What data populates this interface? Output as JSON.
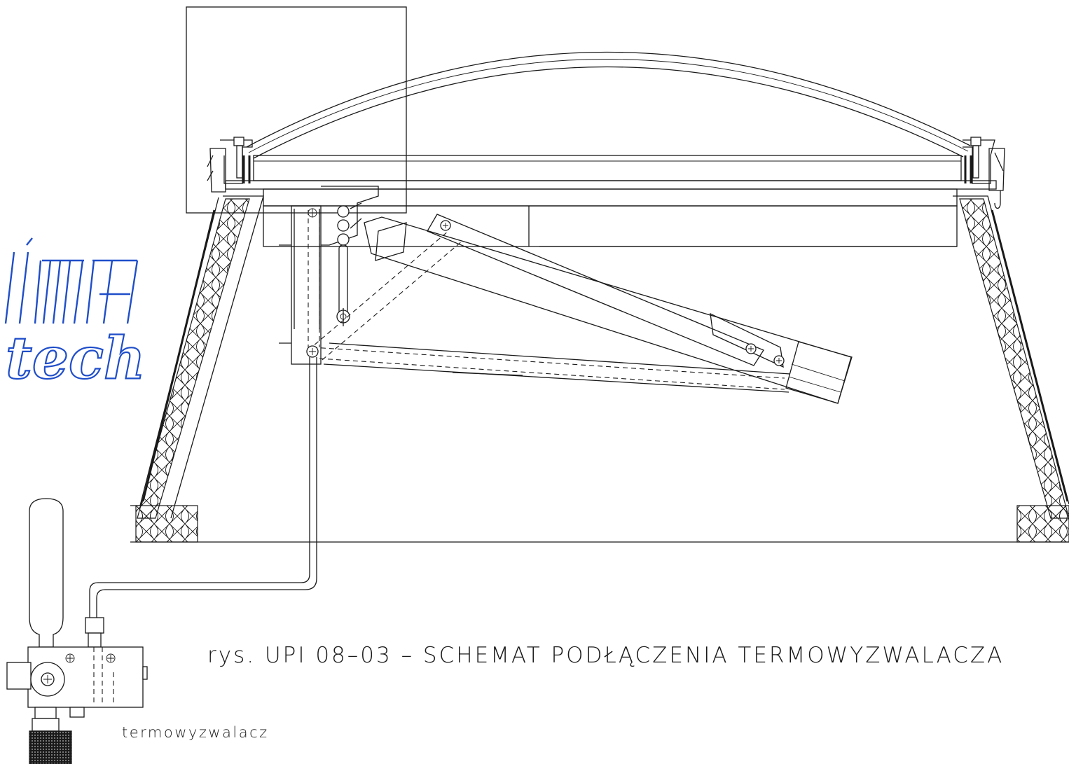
{
  "drawing": {
    "caption": "rys. UPI 08–03 – SCHEMAT PODŁĄCZENIA TERMOWYZWALACZA",
    "component_label": "termowyzwalacz"
  },
  "logo": {
    "line1": "IMA",
    "line2": "tech",
    "color": "#1f4ec9"
  },
  "colors": {
    "lines": "#1a1a1a",
    "background": "#ffffff"
  }
}
